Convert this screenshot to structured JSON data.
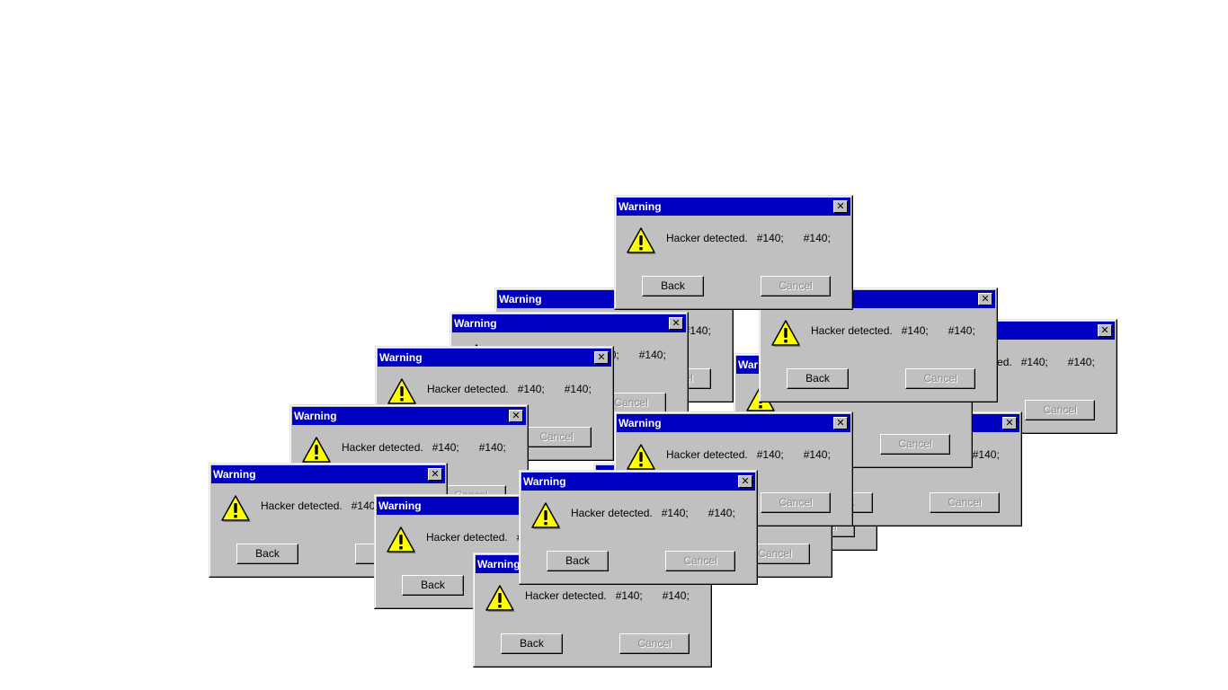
{
  "dialog": {
    "title": "Warning",
    "close_glyph": "✕",
    "message": "Hacker detected.",
    "code_1": "#140;",
    "code_2": "#140;",
    "back_label": "Back",
    "cancel_label": "Cancel",
    "icon": "warning-icon"
  },
  "colors": {
    "titlebar": "#0000c0",
    "dialog_face": "#c0c0c0",
    "icon_fill": "#ffff00",
    "desktop": "#ffffff"
  },
  "dialog_count": 15
}
